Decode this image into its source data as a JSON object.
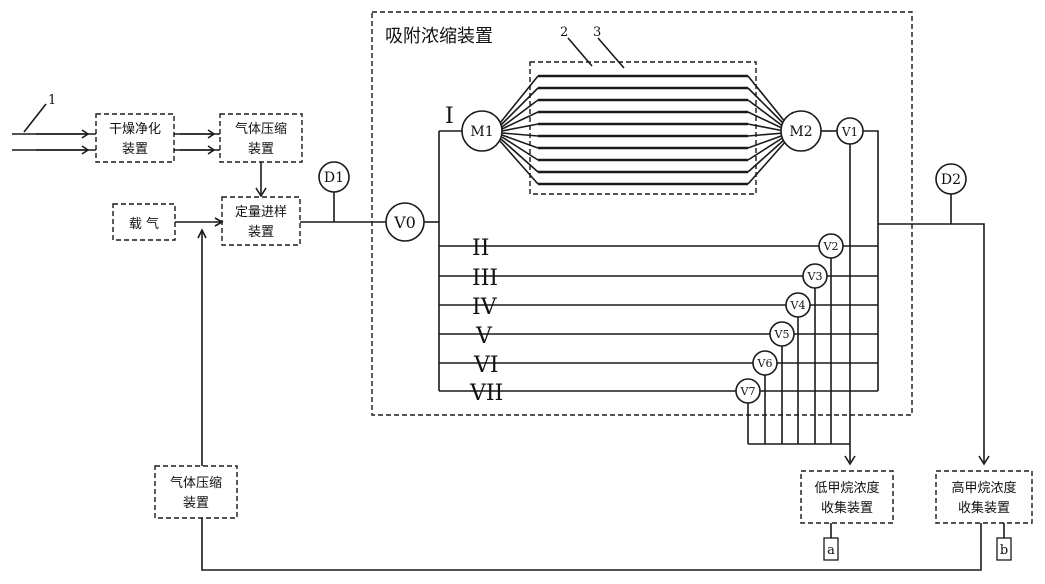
{
  "labels": {
    "label_1": "1",
    "label_2": "2",
    "label_3": "3",
    "dry_purify_l1": "干燥净化",
    "dry_purify_l2": "装置",
    "compress_top_l1": "气体压缩",
    "compress_top_l2": "装置",
    "carrier_gas": "载 气",
    "quant_l1": "定量进样",
    "quant_l2": "装置",
    "compress_bottom_l1": "气体压缩",
    "compress_bottom_l2": "装置",
    "adsorption_title": "吸附浓缩装置",
    "low_collect_l1": "低甲烷浓度",
    "low_collect_l2": "收集装置",
    "high_collect_l1": "高甲烷浓度",
    "high_collect_l2": "收集装置",
    "box_a": "a",
    "box_b": "b"
  },
  "nodes": {
    "D1": "D1",
    "D2": "D2",
    "V0": "V0",
    "M1": "M1",
    "M2": "M2",
    "V1": "V1",
    "V2": "V2",
    "V3": "V3",
    "V4": "V4",
    "V5": "V5",
    "V6": "V6",
    "V7": "V7"
  },
  "branches": {
    "I": "I",
    "II": "II",
    "III": "III",
    "IV": "IV",
    "V": "V",
    "VI": "VI",
    "VII": "VII"
  }
}
